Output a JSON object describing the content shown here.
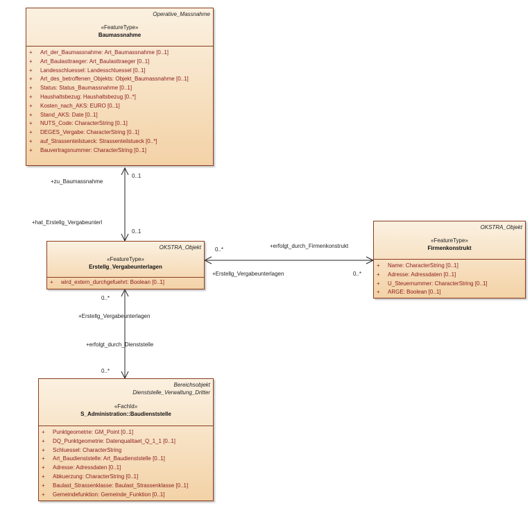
{
  "classes": {
    "baumassnahme": {
      "package": "Operative_Massnahme",
      "stereotype": "«FeatureType»",
      "name": "Baumassnahme",
      "attributes": [
        {
          "vis": "+",
          "text": "Art_der_Baumassnahme: Art_Baumassnahme [0..1]"
        },
        {
          "vis": "+",
          "text": "Art_Baulasttraeger: Art_Baulasttraeger [0..1]"
        },
        {
          "vis": "+",
          "text": "Landesschluessel: Landesschluessel [0..1]"
        },
        {
          "vis": "+",
          "text": "Art_des_betroffenen_Objekts: Objekt_Baumassnahme [0..1]"
        },
        {
          "vis": "+",
          "text": "Status: Status_Baumassnahme [0..1]"
        },
        {
          "vis": "+",
          "text": "Haushaltsbezug: Haushaltsbezug [0..*]"
        },
        {
          "vis": "+",
          "text": "Kosten_nach_AKS: EURO [0..1]"
        },
        {
          "vis": "+",
          "text": "Stand_AKS: Date [0..1]"
        },
        {
          "vis": "+",
          "text": "NUTS_Code: CharacterString [0..1]"
        },
        {
          "vis": "+",
          "text": "DEGES_Vergabe: CharacterString [0..1]"
        },
        {
          "vis": "+",
          "text": "auf_Strassenteilstueck: Strassenteilstueck [0..*]"
        },
        {
          "vis": "+",
          "text": "Bauvertragsnummer: CharacterString [0..1]"
        }
      ]
    },
    "erstellg": {
      "package": "OKSTRA_Objekt",
      "stereotype": "«FeatureType»",
      "name": "Erstellg_Vergabeunterlagen",
      "attributes": [
        {
          "vis": "+",
          "text": "wird_extern_durchgefuehrt: Boolean [0..1]"
        }
      ]
    },
    "firmenkonstrukt": {
      "package": "OKSTRA_Objekt",
      "stereotype": "«FeatureType»",
      "name": "Firmenkonstrukt",
      "attributes": [
        {
          "vis": "+",
          "text": "Name: CharacterString [0..1]"
        },
        {
          "vis": "+",
          "text": "Adresse: Adressdaten [0..1]"
        },
        {
          "vis": "+",
          "text": "U_Steuernummer: CharacterString [0..1]"
        },
        {
          "vis": "+",
          "text": "ARGE: Boolean [0..1]"
        }
      ]
    },
    "baudienststelle": {
      "package_line1": "Bereichsobjekt",
      "package_line2": "Dienststelle_Verwaltung_Dritter",
      "stereotype": "«FachId»",
      "name": "S_Administration::Baudienststelle",
      "attributes": [
        {
          "vis": "+",
          "text": "Punktgeometrie: GM_Point [0..1]"
        },
        {
          "vis": "+",
          "text": "DQ_Punktgeometrie: Datenqualitaet_Q_1_1 [0..1]"
        },
        {
          "vis": "+",
          "text": "Schluessel: CharacterString"
        },
        {
          "vis": "+",
          "text": "Art_Baudienststelle: Art_Baudienststelle [0..1]"
        },
        {
          "vis": "+",
          "text": "Adresse: Adressdaten [0..1]"
        },
        {
          "vis": "+",
          "text": "Abkuerzung: CharacterString [0..1]"
        },
        {
          "vis": "+",
          "text": "Baulast_Strassenklasse: Baulast_Strassenklasse [0..1]"
        },
        {
          "vis": "+",
          "text": "Gemeindefunktion: Gemeinde_Funktion [0..1]"
        }
      ]
    }
  },
  "associations": {
    "a1": {
      "role_top": "+zu_Baumassnahme",
      "mult_top": "0..1",
      "role_bottom": "+hat_Erstellg_Vergabeunterl",
      "mult_bottom": "0..1"
    },
    "a2": {
      "mult_left": "0..*",
      "role_right": "+erfolgt_durch_Firmenkonstrukt",
      "role_left": "+Erstellg_Vergabeunterlagen",
      "mult_right": "0..*"
    },
    "a3": {
      "mult_top": "0..*",
      "role_top": "+Erstellg_Vergabeunterlagen",
      "role_bottom": "+erfolgt_durch_Dienststelle",
      "mult_bottom": "0..*"
    }
  },
  "colors": {
    "border": "#8a3b1f",
    "fill_top": "#fbf1e1",
    "fill_bottom": "#f3d2a6",
    "attribute_text": "#8b1a1a"
  }
}
